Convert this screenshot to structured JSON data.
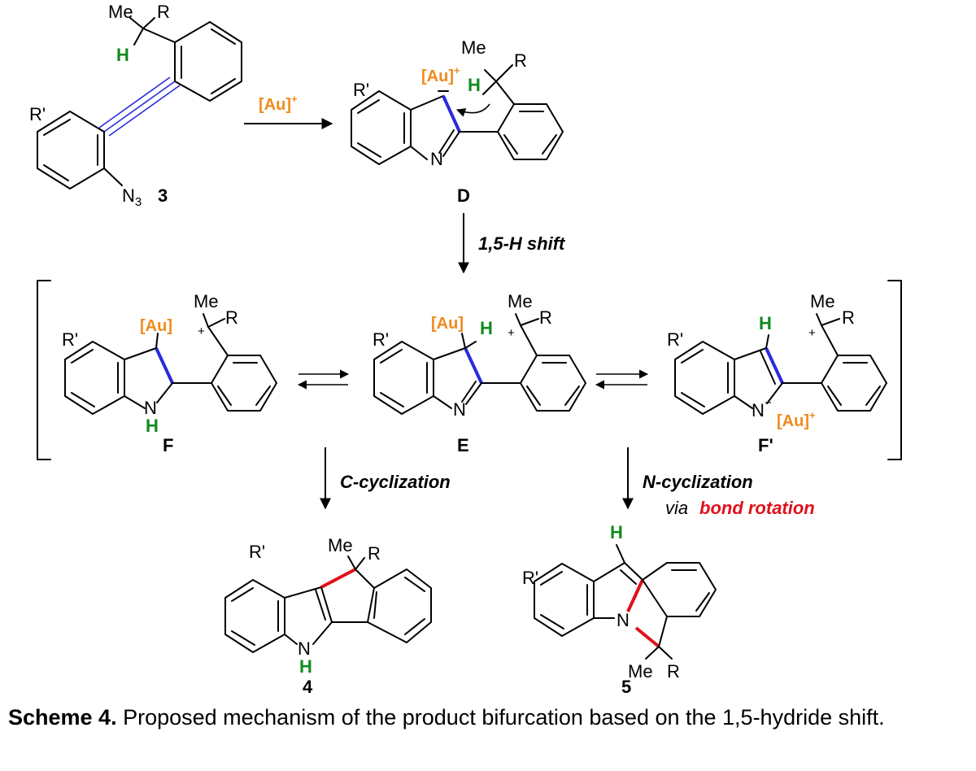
{
  "labels": {
    "Me": "Me",
    "R": "R",
    "Rp": "R'",
    "H": "H",
    "N": "N",
    "N3_main": "N",
    "N3_sub": "3",
    "Au": "[Au]",
    "Au_plus": "+",
    "plus": "+",
    "minus": "−"
  },
  "compounds": {
    "c3": "3",
    "D": "D",
    "E": "E",
    "F": "F",
    "Fp": "F'",
    "c4": "4",
    "c5": "5"
  },
  "conditions": {
    "reagent": "[Au]",
    "reagent_plus": "+",
    "shift": "1,5-H shift",
    "c_cyc": "C-cyclization",
    "n_cyc": "N-cyclization",
    "via": "via",
    "rotation": "bond rotation"
  },
  "caption": {
    "label": "Scheme 4.",
    "text": " Proposed mechanism of the product bifurcation based on the 1,5-hydride shift."
  },
  "colors": {
    "gold": "#f08a1c",
    "hydrogen": "#138a1e",
    "new_bond": "#e0101a",
    "highlight_bond": "#2a2adf"
  }
}
